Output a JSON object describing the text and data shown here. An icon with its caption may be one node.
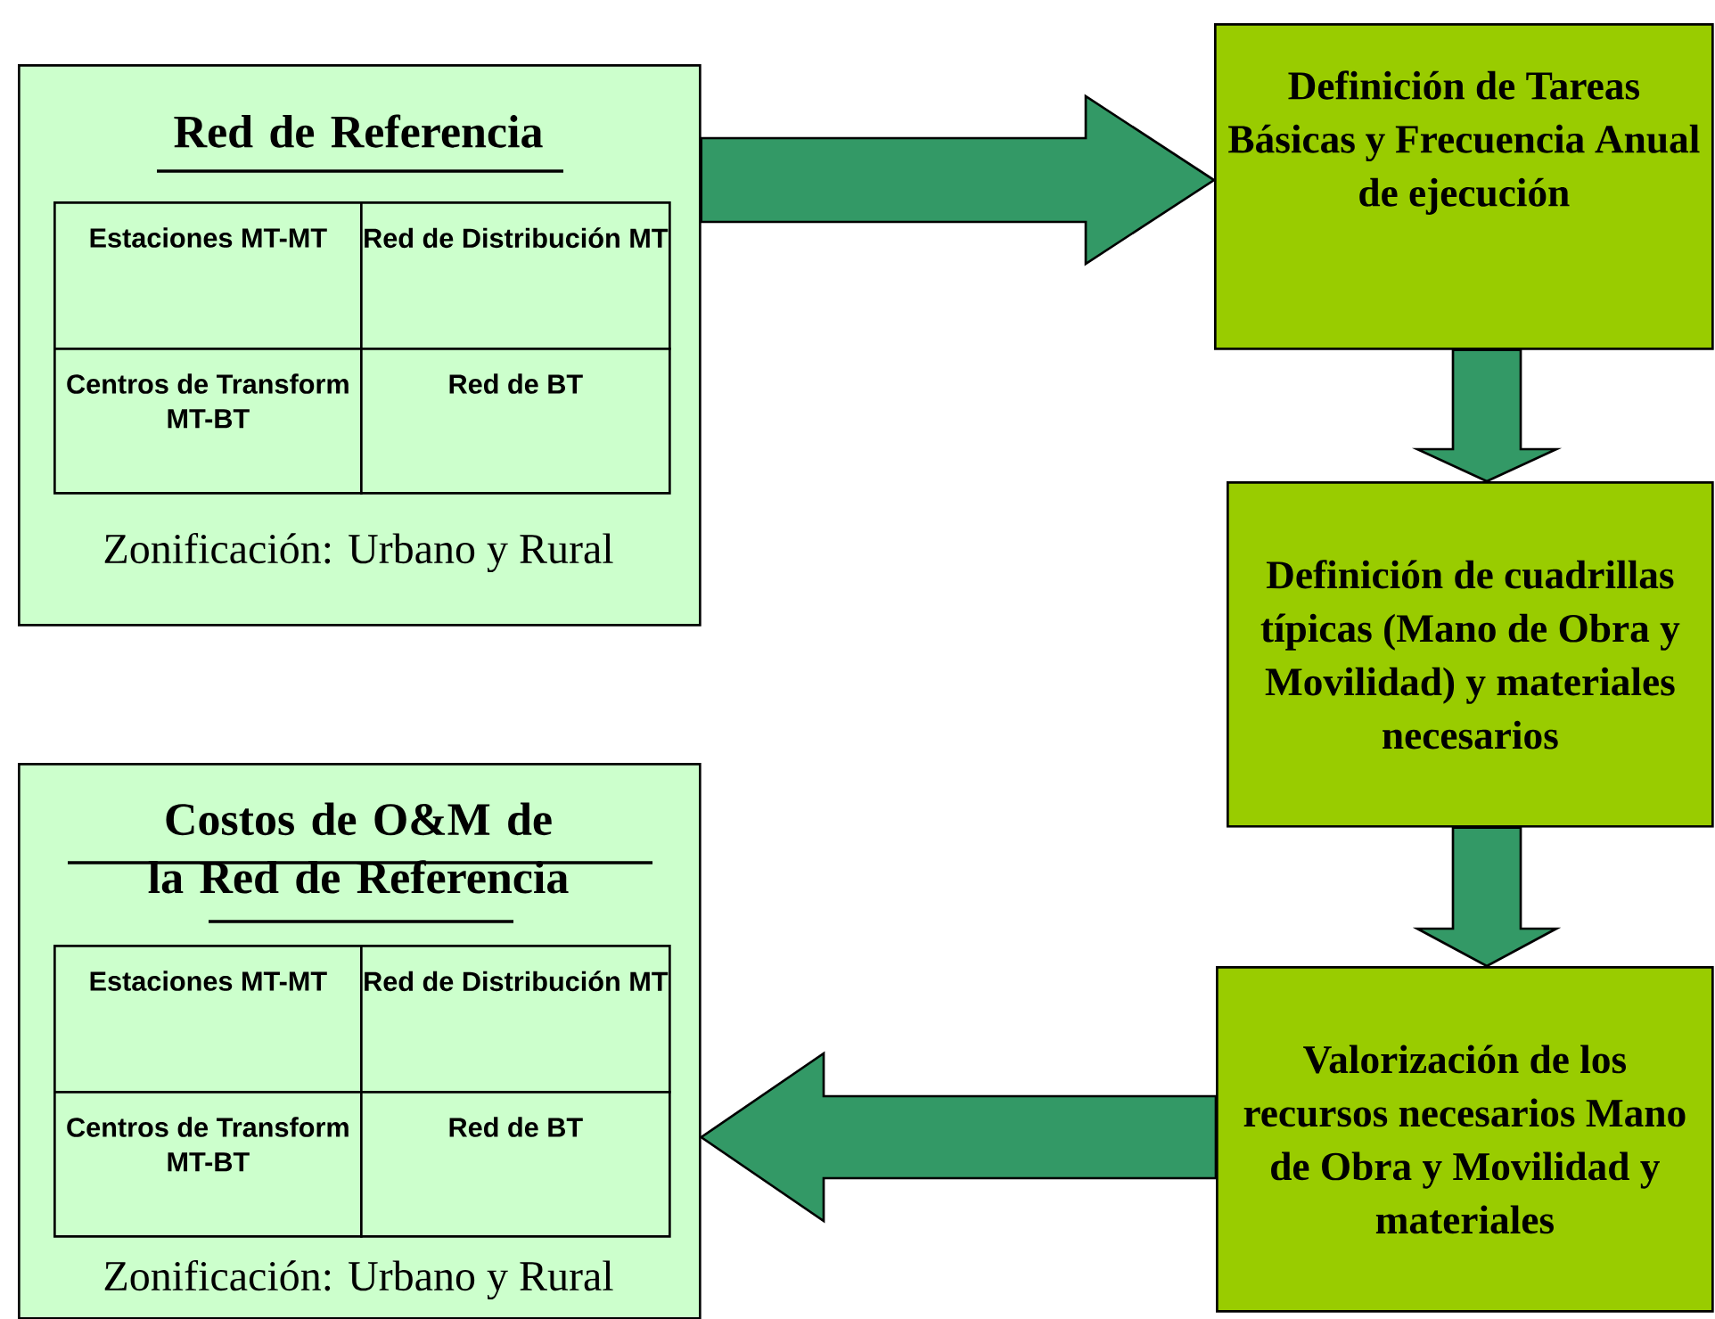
{
  "diagram": {
    "nodes": [
      {
        "text": [
          "Red de Referencia",
          "Zonificación: Urbano y Rural"
        ]
      },
      {
        "text": [
          "Estaciones MT-MT"
        ],
        "in": 0
      },
      {
        "text": [
          "Red de Distribución MT"
        ],
        "in": 0
      },
      {
        "text": [
          "Centros de Transform MT-BT"
        ],
        "in": 0
      },
      {
        "text": [
          "Red de BT"
        ],
        "in": 0
      },
      {
        "text": [
          "Definición de Tareas Básicas y Frecuencia Anual de ejecución"
        ]
      },
      {
        "text": [
          "Definición de cuadrillas típicas (Mano de Obra y Movilidad) y materiales necesarios"
        ]
      },
      {
        "text": [
          "Costos de O&M de la Red de Referencia",
          "Zonificación: Urbano y Rural"
        ]
      },
      {
        "text": [
          "Estaciones MT-MT"
        ],
        "in": 7
      },
      {
        "text": [
          "Red de Distribución MT"
        ],
        "in": 7
      },
      {
        "text": [
          "Centros de Transform MT-BT"
        ],
        "in": 7
      },
      {
        "text": [
          "Red de BT"
        ],
        "in": 7
      },
      {
        "text": [
          "Valorización de los recursos necesarios Mano de Obra y Movilidad y materiales"
        ]
      }
    ],
    "edges": [
      {
        "from": 0,
        "to": 5,
        "arrow": "to"
      },
      {
        "from": 5,
        "to": 6,
        "arrow": "to"
      },
      {
        "from": 6,
        "to": 12,
        "arrow": "to"
      },
      {
        "from": 12,
        "to": 7,
        "arrow": "to"
      }
    ]
  }
}
